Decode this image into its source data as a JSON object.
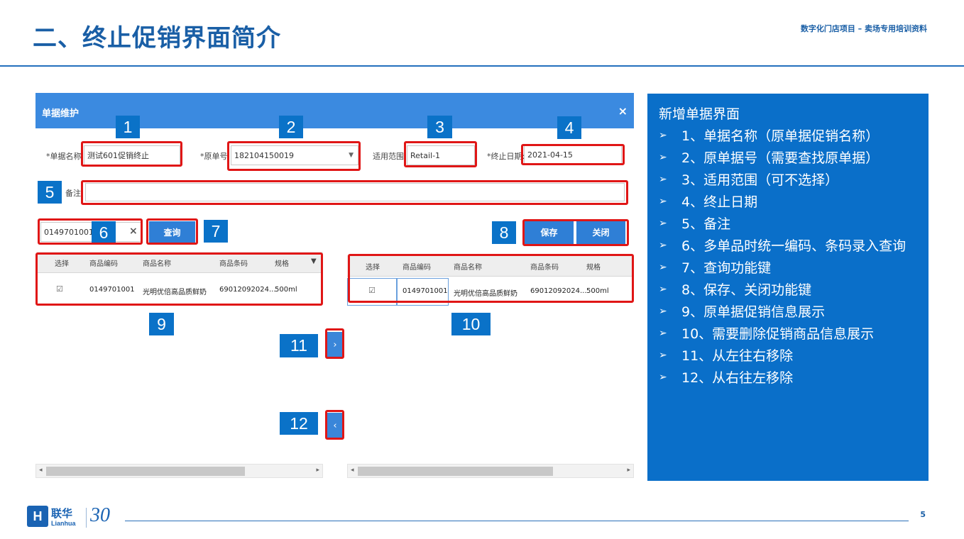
{
  "slide": {
    "title": "二、终止促销界面简介",
    "header_tag": "数字化门店项目 – 卖场专用培训资料",
    "page_number": "5"
  },
  "dialog": {
    "title": "单据维护",
    "close_glyph": "×",
    "fields": {
      "name_label": "*单据名称:",
      "name_value": "测试601促销终止",
      "orig_label": "*原单号:",
      "orig_value": "182104150019",
      "scope_label": "适用范围:",
      "scope_value": "Retail-1",
      "enddate_label": "*终止日期:",
      "enddate_value": "2021-04-15",
      "memo_label": "备注:",
      "memo_value": ""
    },
    "search": {
      "value": "0149701001",
      "clear_glyph": "×",
      "query_label": "查询"
    },
    "buttons": {
      "save_label": "保存",
      "close_label": "关闭"
    },
    "left_table": {
      "headers": [
        "选择",
        "商品编码",
        "商品名称",
        "商品条码",
        "规格"
      ],
      "row": [
        "☑",
        "0149701001",
        "光明优倍高品质鲜奶",
        "69012092024...",
        "500ml"
      ]
    },
    "right_table": {
      "headers": [
        "选择",
        "商品编码",
        "商品名称",
        "商品条码",
        "规格"
      ],
      "row": [
        "☑",
        "0149701001",
        "光明优倍高品质鲜奶",
        "69012092024...",
        "500ml"
      ]
    },
    "move_right_glyph": "›",
    "move_left_glyph": "‹",
    "markers": [
      "1",
      "2",
      "3",
      "4",
      "5",
      "6",
      "7",
      "8",
      "9",
      "10",
      "11",
      "12"
    ]
  },
  "panel": {
    "title": "新增单据界面",
    "arrow_glyph": "➢",
    "items": [
      "1、单据名称（原单据促销名称）",
      "2、原单据号（需要查找原单据）",
      "3、适用范围（可不选择）",
      "4、终止日期",
      "5、备注",
      "6、多单品时统一编码、条码录入查询",
      "7、查询功能键",
      "8、保存、关闭功能键",
      "9、原单据促销信息展示",
      "10、需要删除促销商品信息展示",
      "11、从左往右移除",
      "12、从右往左移除"
    ]
  },
  "footer": {
    "logo_mark": "H",
    "logo_cn": "联华",
    "logo_en": "Lianhua",
    "logo_30": "30"
  }
}
